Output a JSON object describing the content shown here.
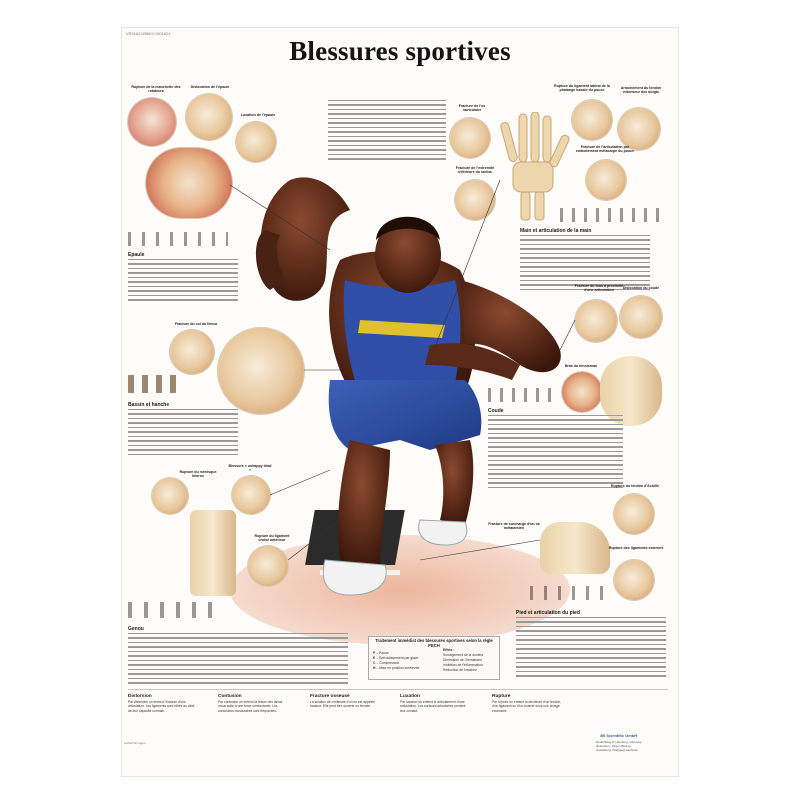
{
  "poster": {
    "code": "VR3162/4356/4 1001624",
    "title": "Blessures sportives",
    "publisher": "3B Scientific GmbH",
    "publisher_address": [
      "Rudorffweg 8, Hamburg, Germany",
      "Illustration: Jürgen Büsing",
      "Gestaltung: Wolfgang Gerhardt"
    ],
    "side_note": "Aufzeichnungen",
    "labels": {
      "rotator_cuff": "Rupture de la manchette des rotateurs",
      "shoulder_luxation_top": "Dislocation de l'épaule",
      "shoulder_luxation": "Luxation de l'épaule",
      "navicular_fracture": "Fracture de l'os naviculaire",
      "radius_fracture": "Fracture de l'extrémité inférieure du radius",
      "thumb_ligament": "Rupture du ligament latéral de la phalange basale du pouce",
      "extensor_tendon": "Arrachement du tendon extenseur des doigts",
      "metacarpal_fracture": "Fracture de l'articulation par emboîtement métacarpe du pouce",
      "femoral_neck": "Fracture du col du fémur",
      "arm_fracture": "Fracture du bras à proximité d'une articulation",
      "elbow_luxation": "Dislocation du coude",
      "tennis_elbow": "Bras du tennisman",
      "meniscus": "Rupture du ménisque interne",
      "unhappy_triad": "Blessure « unhappy triad »",
      "cruciate": "Rupture du ligament croisé antérieur",
      "achilles": "Rupture du tendon d'Achille",
      "stress_fracture": "Fracture de surcharge d'un os métatarsien",
      "ankle_ligaments": "Rupture des ligaments externes"
    },
    "sections": {
      "intro_lines": [
        "Les blessures sportives comprennent une catégorie de lésions qui",
        "surviennent dans le cadre d'une activité sportive. Les blessures",
        "sportives résultent de l'action de forces extérieures, de mouvements",
        "incorrects ou d'une sollicitation excessive. Les blessures articulaires,",
        "les fractures et les ruptures de ligaments et de tendons sont",
        "fréquentes. Les lésions se produisent le plus souvent dans le cadre",
        "de sports de contact ou de sports exigeant des mouvements rapides."
      ],
      "shoulder_title": "Epaule",
      "hand_title": "Main et articulation de la main",
      "hip_title": "Bassin et hanche",
      "elbow_title": "Coude",
      "knee_title": "Genou",
      "foot_title": "Pied et articulation du pied"
    },
    "pech": {
      "title": "Traitement immédiat des blessures sportives selon la règle PECH",
      "rows": [
        {
          "letter": "P",
          "word": "Pause"
        },
        {
          "letter": "E",
          "word": "Refroidissement par glace"
        },
        {
          "letter": "C",
          "word": "Compression"
        },
        {
          "letter": "H",
          "word": "Mise en position surélevée"
        }
      ],
      "effects_title": "Effets :",
      "effects": [
        "Soulagement de la douleur",
        "Diminution de l'hématome",
        "Inhibition de l'inflammation",
        "Réduction de l'œdème"
      ]
    },
    "bottom_columns": [
      {
        "title": "Distorsion",
        "text": "Par distorsion on entend l'entorse d'une articulation. Les ligaments sont étirés au-delà de leur capacité normale."
      },
      {
        "title": "Contusion",
        "text": "Par contusion on entend la lésion des tissus mous suite à une force contondante. Les contusions musculaires sont fréquentes."
      },
      {
        "title": "Fracture osseuse",
        "text": "La solution de continuité d'un os est appelée fracture. Elle peut être ouverte ou fermée."
      },
      {
        "title": "Luxation",
        "text": "Par luxation on entend le déboîtement d'une articulation. Les surfaces articulaires perdent leur contact."
      },
      {
        "title": "Rupture",
        "text": "Par rupture on entend la déchirure d'un tendon, d'un ligament ou d'un muscle sous une charge excessive."
      }
    ]
  }
}
